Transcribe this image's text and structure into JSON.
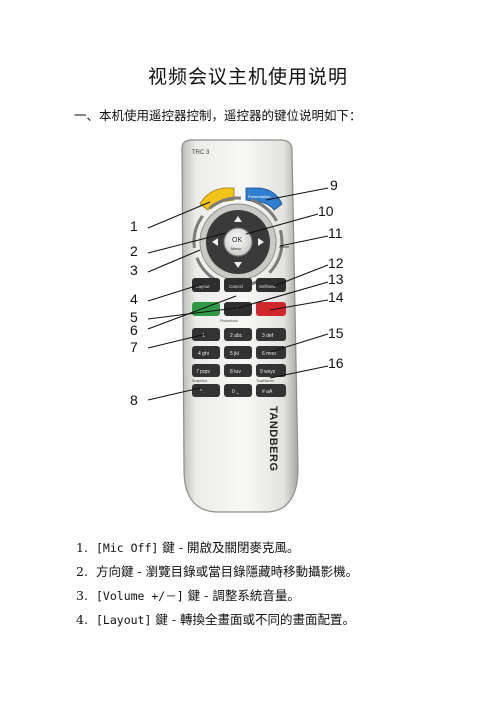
{
  "title": "视频会议主机使用说明",
  "intro": "一、本机使用遥控器控制，遥控器的键位说明如下：",
  "figure": {
    "model": "TRC 3",
    "brand": "TANDBERG",
    "keys": {
      "ok": "OK",
      "menu": "Menu",
      "zoom": "Zoom",
      "layout": "Layout",
      "cancel": "Cancel",
      "selfview": "Selfview",
      "presentation": "Presentation",
      "phonebook": "Phonebook",
      "mute": "Mute",
      "snapshot": "Snapshot",
      "touchtones": "Touchtones",
      "digits": [
        "1",
        "2 abc",
        "3 def",
        "4 ghi",
        "5 jkl",
        "6 mno",
        "7 pqrs",
        "8 tuv",
        "9 wxyz",
        "* .",
        "0 _",
        "# aA"
      ]
    },
    "callouts": [
      "1",
      "2",
      "3",
      "4",
      "5",
      "6",
      "7",
      "8",
      "9",
      "10",
      "11",
      "12",
      "13",
      "14",
      "15",
      "16"
    ]
  },
  "items": [
    {
      "num": "1.",
      "key": "[Mic Off]",
      "text": " 鍵 - 開啟及關閉麥克風。"
    },
    {
      "num": "2.",
      "key": "",
      "text": "方向鍵 - 瀏覽目錄或當目錄隱藏時移動攝影機。"
    },
    {
      "num": "3.",
      "key": "[Volume +/－]",
      "text": " 鍵 - 調整系統音量。"
    },
    {
      "num": "4.",
      "key": "[Layout]",
      "text": " 鍵 - 轉換全畫面或不同的畫面配置。"
    }
  ]
}
